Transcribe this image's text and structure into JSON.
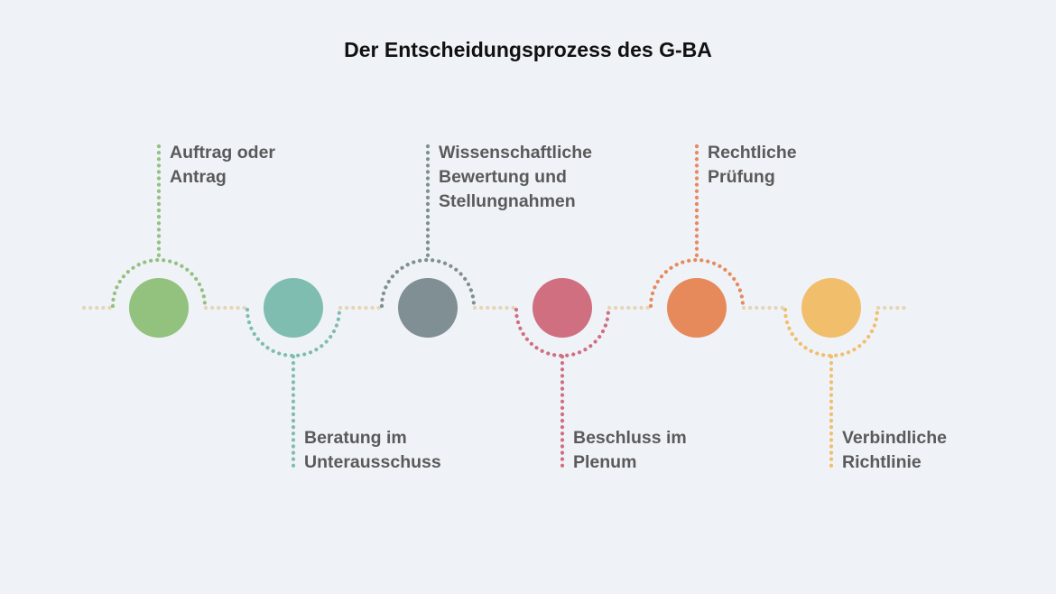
{
  "title": "Der Entscheidungsprozess des G-BA",
  "connector_color": "#e6d5b4",
  "steps": [
    {
      "label_lines": [
        "Auftrag oder",
        "Antrag"
      ],
      "color": "#93c17e",
      "label_side": "top"
    },
    {
      "label_lines": [
        "Beratung im",
        "Unterausschuss"
      ],
      "color": "#7ebdb0",
      "label_side": "bottom"
    },
    {
      "label_lines": [
        "Wissenschaftliche",
        "Bewertung und",
        "Stellungnahmen"
      ],
      "color": "#7f8f93",
      "label_side": "top"
    },
    {
      "label_lines": [
        "Beschluss im",
        "Plenum"
      ],
      "color": "#cf6f80",
      "label_side": "bottom"
    },
    {
      "label_lines": [
        "Rechtliche",
        "Prüfung"
      ],
      "color": "#e68a5c",
      "label_side": "top"
    },
    {
      "label_lines": [
        "Verbindliche",
        "Richtlinie"
      ],
      "color": "#f1be6b",
      "label_side": "bottom"
    }
  ]
}
